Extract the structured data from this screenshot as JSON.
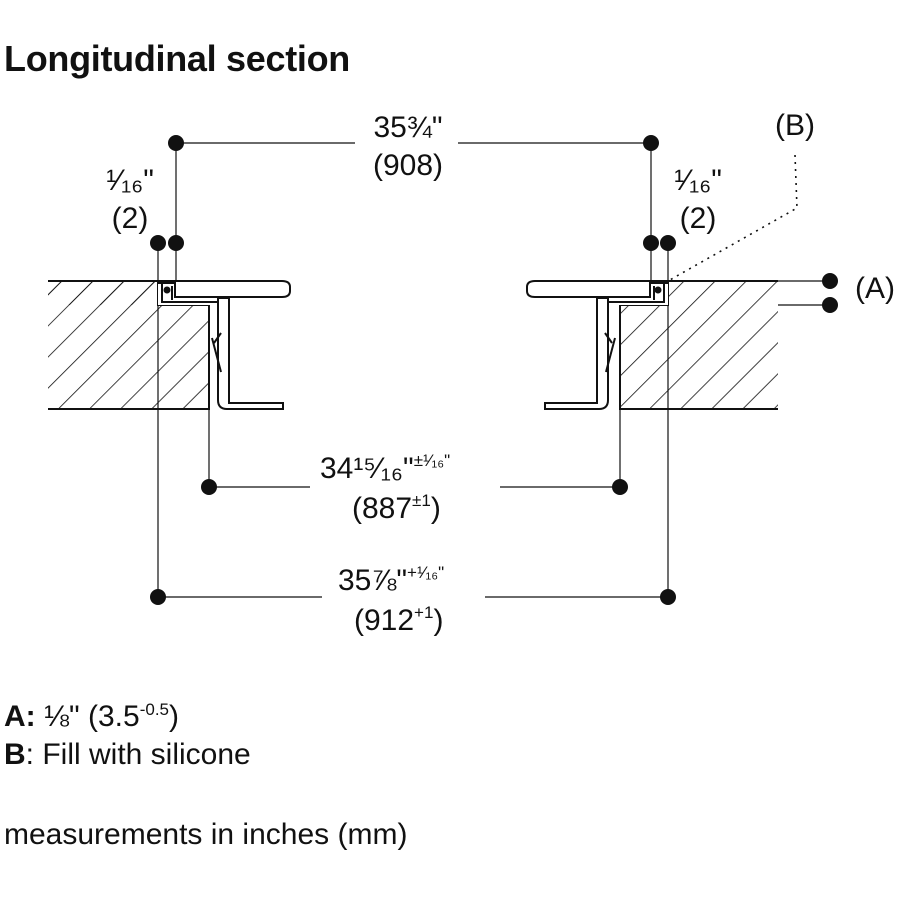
{
  "title": "Longitudinal section",
  "dimensions": {
    "top_total": {
      "inch": "35¾\"",
      "mm": "(908)"
    },
    "gap_left": {
      "inch": "¹⁄₁₆\"",
      "mm": "(2)"
    },
    "gap_right": {
      "inch": "¹⁄₁₆\"",
      "mm": "(2)"
    },
    "cutout": {
      "inch_main": "34¹⁵⁄₁₆\"",
      "inch_tol": "±¹⁄₁₆\"",
      "mm_main": "(887",
      "mm_tol": "±1",
      "mm_close": ")"
    },
    "outer": {
      "inch_main": "35⅞\"",
      "inch_tol": "+¹⁄₁₆\"",
      "mm_main": "(912",
      "mm_tol": "+1",
      "mm_close": ")"
    }
  },
  "callouts": {
    "a": "(A)",
    "b": "(B)"
  },
  "legend": {
    "a_key": "A:",
    "a_text_main": " ⅛\" (3.5",
    "a_text_tol": "-0.5",
    "a_text_close": ")",
    "b_key": "B",
    "b_text": ": Fill with silicone"
  },
  "units_note": "measurements in inches (mm)"
}
